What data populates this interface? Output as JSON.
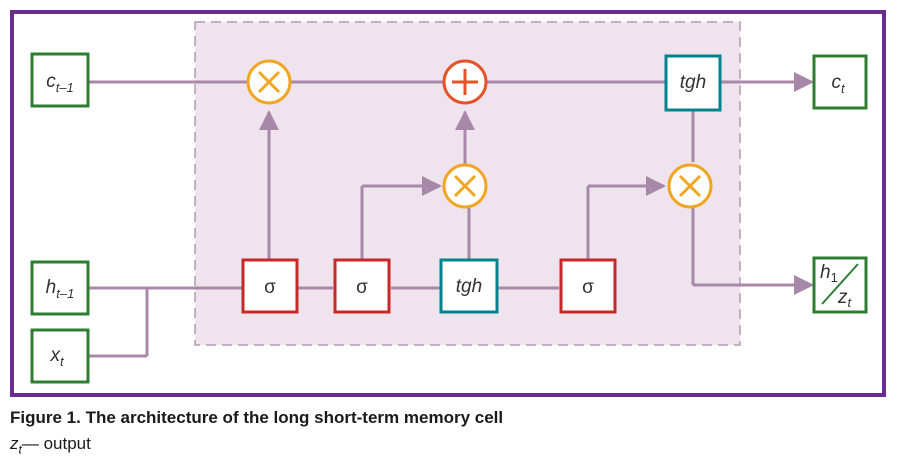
{
  "colors": {
    "frame": "#6a2d8f",
    "cell_background": "#efe4ee",
    "cell_border_dash": "#b49cb4",
    "line": "#a888a8",
    "input_box": "#2e7d32",
    "sigma_box": "#c62828",
    "tanh_box": "#00838f",
    "multiply_op": "#f0a623",
    "add_op": "#e5532a"
  },
  "inputs": {
    "c_prev": {
      "base": "c",
      "sub": "t–1"
    },
    "h_prev": {
      "base": "h",
      "sub": "t–1"
    },
    "x_t": {
      "base": "x",
      "sub": "t"
    }
  },
  "outputs": {
    "c_t": {
      "base": "c",
      "sub": "t"
    },
    "h_out": {
      "h": "h",
      "h_sub": "1",
      "z": "z",
      "z_sub": "t"
    }
  },
  "gates": {
    "sigma_label": "σ",
    "tanh_label": "tgh"
  },
  "operations": {
    "multiply_icon": "circle-times-icon",
    "add_icon": "circle-plus-icon"
  },
  "caption": {
    "title": "Figure 1. The architecture of the long short-term memory cell",
    "note_symbol": "z",
    "note_sub": "t",
    "note_text": "— output"
  }
}
